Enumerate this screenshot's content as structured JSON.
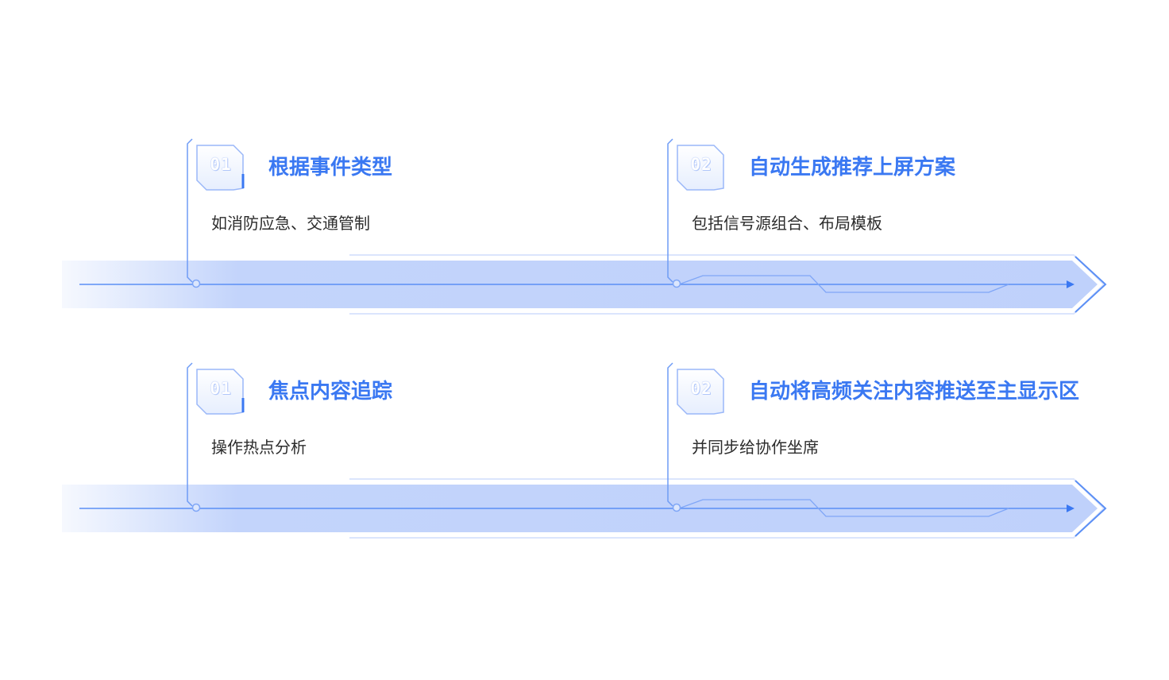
{
  "rows": [
    {
      "steps": [
        {
          "number": "01",
          "title": "根据事件类型",
          "description": "如消防应急、交通管制"
        },
        {
          "number": "02",
          "title": "自动生成推荐上屏方案",
          "description": "包括信号源组合、布局模板"
        }
      ]
    },
    {
      "steps": [
        {
          "number": "01",
          "title": "焦点内容追踪",
          "description": "操作热点分析"
        },
        {
          "number": "02",
          "title": "自动将高频关注内容推送至主显示区",
          "description": "并同步给协作坐席"
        }
      ]
    }
  ],
  "colors": {
    "accent": "#3a78f2",
    "band_fill": "#c3d4fb",
    "line": "#5b8ff5",
    "text": "#2c2c2c"
  }
}
